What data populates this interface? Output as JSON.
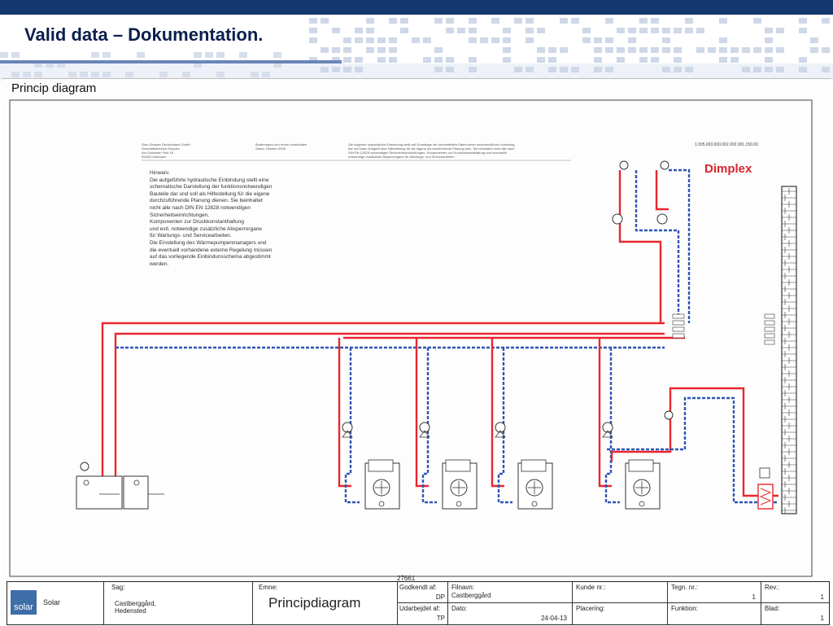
{
  "slide": {
    "title": "Valid data – Dokumentation."
  },
  "section": {
    "title": "Princip diagram"
  },
  "drawing": {
    "notes_heading": "Hinweis:",
    "notes_lines": [
      "Die aufgeführte hydraulische Einbindung stellt eine",
      "schematische Darstellung der funktionsnotwendigen",
      "Bauteile dar und soll als Hilfestellung für die eigene",
      "durchzuführende Planung dienen. Sie beinhaltet",
      "nicht alle nach DIN EN 12828 notwendigen",
      "Sicherheitseinrichtungen,",
      "Komponenten zur Druckkonstanthaltung",
      "und evtl. notwendige zusätzliche Absperrorgane",
      "für Wartungs- und Servicearbeiten.",
      "Die Einstellung des Wärmepumpenmanagers und",
      "die eventuell vorhandene externe Regelung müssen",
      "auf das vorliegende Einbindunsschema abgestimmt",
      "werden."
    ],
    "company_lines": [
      "Glen Dimplex Deutschland GmbH",
      "Geschäftsbereich Dimplex",
      "Am Goldenen Feld 18",
      "95326 Kulmbach"
    ],
    "change_lines": [
      "Änderungen und Irrtum vorbehalten",
      "Stand: Oktober 2006"
    ],
    "legal_lines": [
      "Die folgende hydraulische Einbindung stellt auf Grundlage der übermittelten Daten einen unverbindlichen Vorschlag",
      "dar und kann lediglich eine Hilfestellung für die eigene durchzuführende Planung sein. Sie beinhaltet nicht alle nach",
      "DIN EN 12828 notwendigen Sicherheitseinrichtungen, Komponenten zur Druckkonstanthaltung und eventuelle",
      "notwendige zusätzliche Absperrorgane für Wartungs- und Servicearbeiten."
    ],
    "ref_code": "1.005.003.000.002.002.001.150.00",
    "brand": "Dimplex",
    "doc_number": "27661",
    "colors": {
      "supply": "#e8262e",
      "return": "#2e55b5",
      "wall": "#333333"
    }
  },
  "title_block": {
    "company_name": "Solar",
    "logo_text": "solar",
    "sag_label": "Sag:",
    "sag_lines": [
      "Castberggård,",
      "Hedensted"
    ],
    "emne_label": "Emne:",
    "subject": "Principdiagram",
    "godkendt_label": "Godkendt af:",
    "godkendt_value": "DP",
    "udarbejdet_label": "Udarbejdet af:",
    "udarbejdet_value": "TP",
    "filnavn_label": "Filnavn:",
    "filnavn_value": "Castberggård",
    "dato_label": "Dato:",
    "dato_value": "24-04-13",
    "kunde_label": "Kunde nr.:",
    "kunde_value": "",
    "placering_label": "Placering:",
    "tegn_label": "Tegn. nr.:",
    "tegn_value": "1",
    "funktion_label": "Funktion:",
    "rev_label": "Rev.:",
    "rev_value": "1",
    "blad_label": "Blad:",
    "blad_value": "1"
  }
}
